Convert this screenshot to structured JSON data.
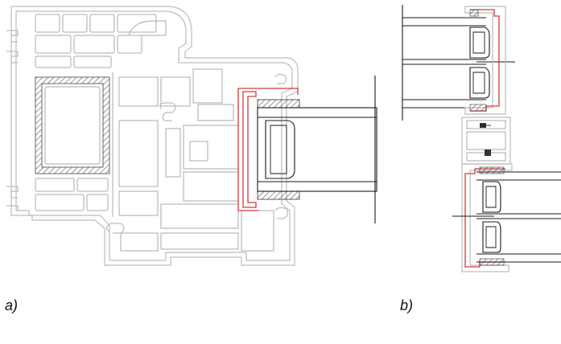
{
  "figure": {
    "panels": [
      {
        "id": "a",
        "label": "a)"
      },
      {
        "id": "b",
        "label": "b)"
      }
    ],
    "colors": {
      "profile_outline": "#bcbcbc",
      "glass_and_frame_lines": "#1a1a1a",
      "gasket_seal": "#d23a3a",
      "hatch": "#555555",
      "background": "#ffffff"
    }
  }
}
